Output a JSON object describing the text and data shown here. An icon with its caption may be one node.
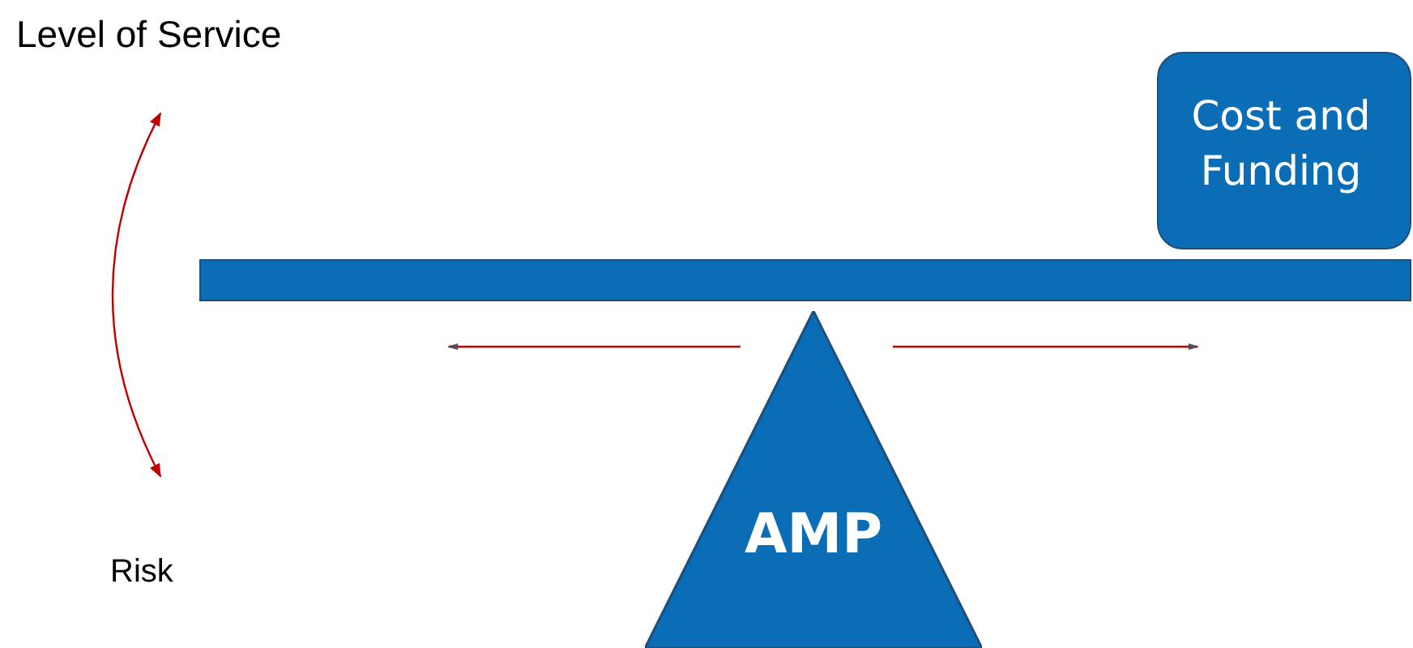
{
  "diagram": {
    "nodes": [
      {
        "text": [
          "Cost and Funding"
        ]
      },
      {
        "text": [],
        "shape": "bar"
      },
      {
        "text": [
          "AMP"
        ]
      }
    ],
    "labels": [
      "Level of Service",
      "Risk"
    ]
  }
}
